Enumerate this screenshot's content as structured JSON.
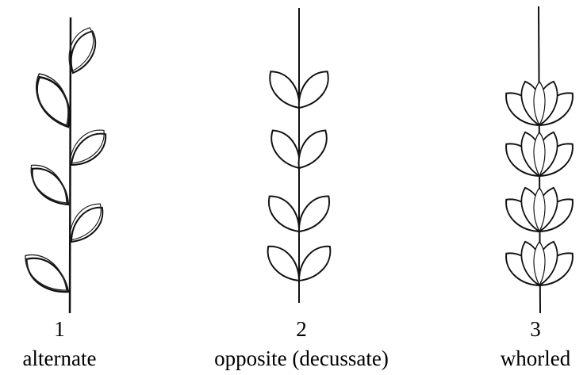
{
  "diagrams": [
    {
      "number": "1",
      "name": "alternate"
    },
    {
      "number": "2",
      "name": "opposite (decussate)"
    },
    {
      "number": "3",
      "name": "whorled"
    }
  ]
}
